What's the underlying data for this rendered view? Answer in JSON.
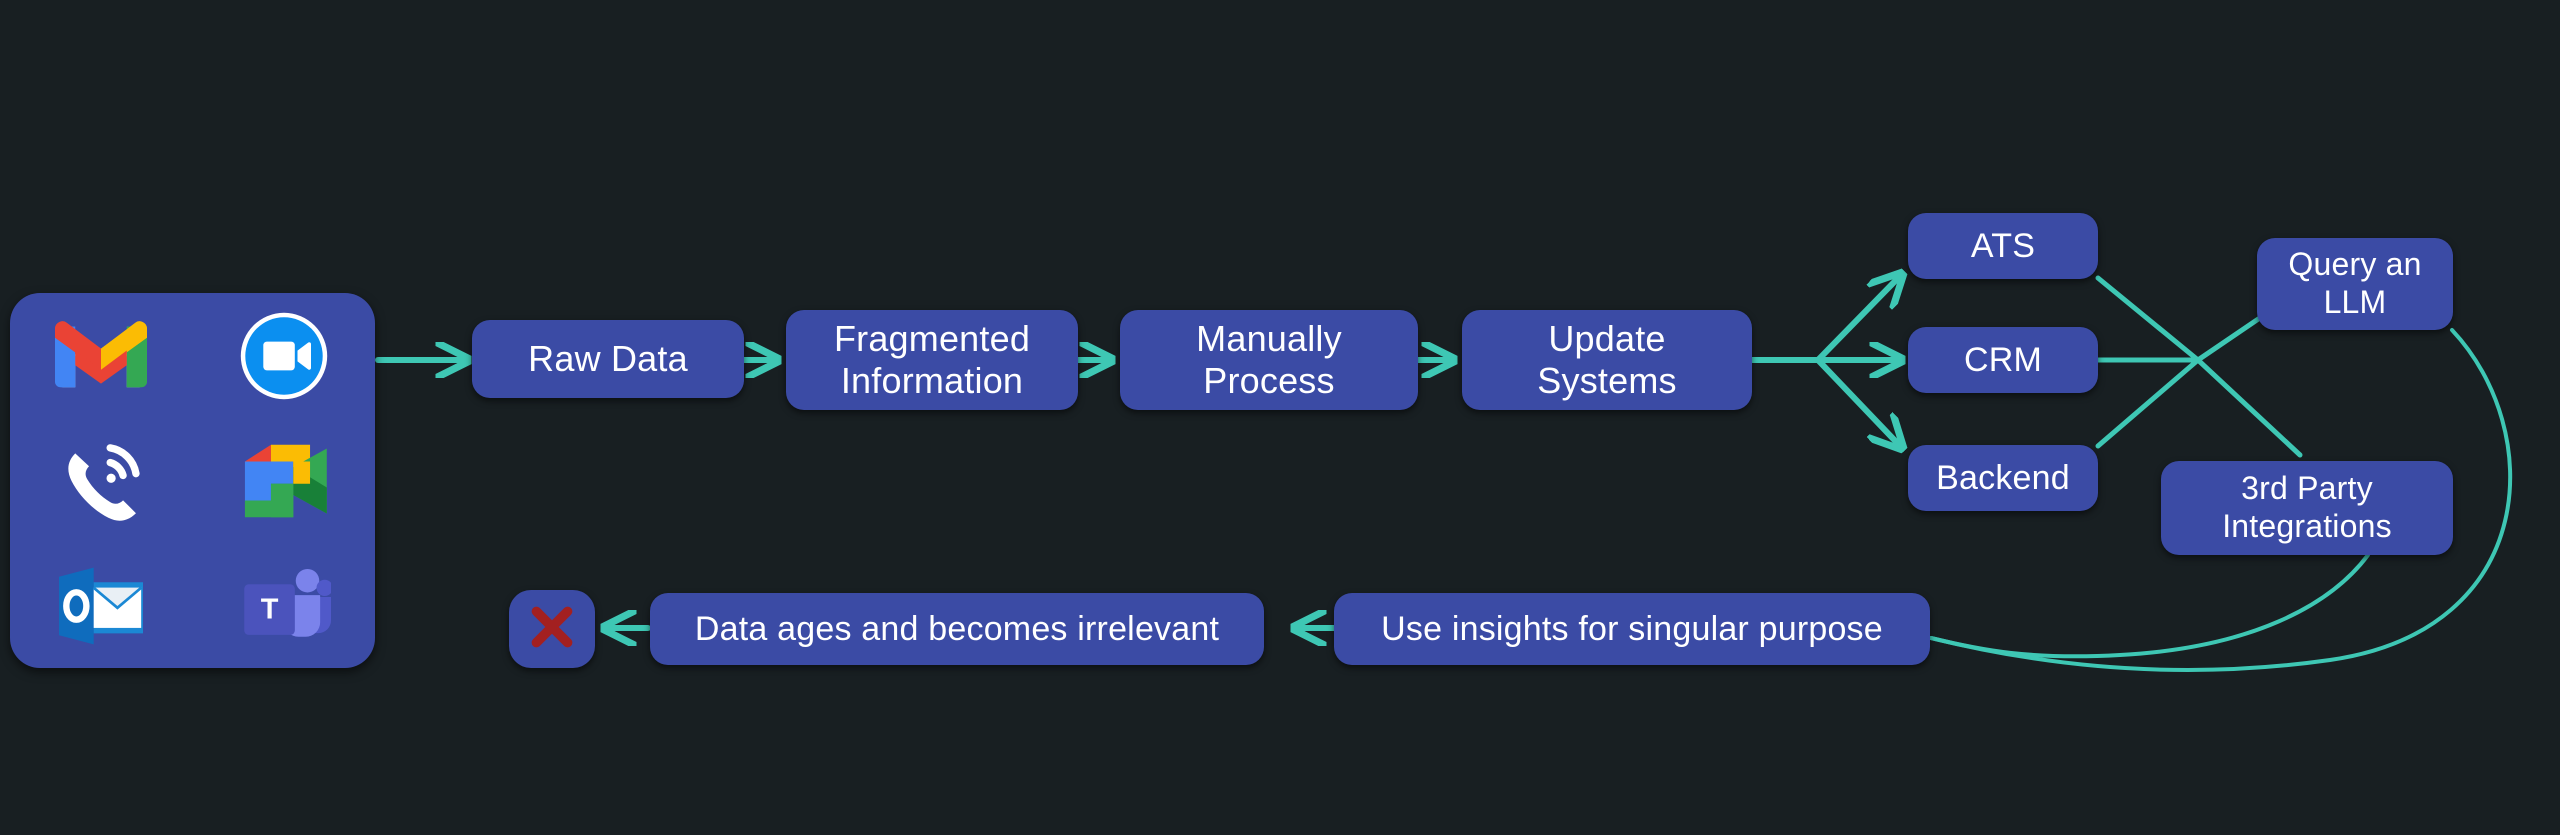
{
  "diagram": {
    "title": "Fragmented data workflow",
    "background_color": "#181f22",
    "node_color": "#3b4ba5",
    "edge_color": "#3ec7b4",
    "text_color": "#ffffff",
    "error_color": "#a32020"
  },
  "source_panel": {
    "name": "communication-apps",
    "apps": [
      {
        "id": "gmail",
        "label": "Gmail",
        "icon": "gmail-icon"
      },
      {
        "id": "zoom",
        "label": "Zoom",
        "icon": "zoom-icon"
      },
      {
        "id": "phone",
        "label": "Phone Call",
        "icon": "phone-icon"
      },
      {
        "id": "meet",
        "label": "Google Meet",
        "icon": "google-meet-icon"
      },
      {
        "id": "outlook",
        "label": "Outlook",
        "icon": "outlook-icon"
      },
      {
        "id": "teams",
        "label": "Microsoft Teams",
        "icon": "microsoft-teams-icon"
      }
    ]
  },
  "nodes": {
    "raw_data": {
      "label": "Raw Data"
    },
    "fragmented": {
      "label": "Fragmented\nInformation"
    },
    "manually": {
      "label": "Manually\nProcess"
    },
    "update_systems": {
      "label": "Update\nSystems"
    },
    "ats": {
      "label": "ATS"
    },
    "crm": {
      "label": "CRM"
    },
    "backend": {
      "label": "Backend"
    },
    "query_llm": {
      "label": "Query an\nLLM"
    },
    "third_party": {
      "label": "3rd Party\nIntegrations"
    },
    "use_insights": {
      "label": "Use insights for singular purpose"
    },
    "data_ages": {
      "label": "Data ages and becomes irrelevant"
    },
    "failure": {
      "label": "X",
      "icon": "x-mark-icon"
    }
  },
  "edges": [
    {
      "from": "communication-apps",
      "to": "raw_data",
      "arrow": true
    },
    {
      "from": "raw_data",
      "to": "fragmented",
      "arrow": true
    },
    {
      "from": "fragmented",
      "to": "manually",
      "arrow": true
    },
    {
      "from": "manually",
      "to": "update_systems",
      "arrow": true
    },
    {
      "from": "update_systems",
      "to": "ats",
      "arrow": true
    },
    {
      "from": "update_systems",
      "to": "crm",
      "arrow": true
    },
    {
      "from": "update_systems",
      "to": "backend",
      "arrow": true
    },
    {
      "from": "ats",
      "to": "third_party",
      "arrow": false
    },
    {
      "from": "crm",
      "to": "query_llm",
      "arrow": false
    },
    {
      "from": "crm",
      "to": "third_party",
      "arrow": false
    },
    {
      "from": "backend",
      "to": "query_llm",
      "arrow": false
    },
    {
      "from": "query_llm",
      "to": "use_insights",
      "arrow": false
    },
    {
      "from": "third_party",
      "to": "use_insights",
      "arrow": false
    },
    {
      "from": "use_insights",
      "to": "data_ages",
      "arrow": true
    },
    {
      "from": "data_ages",
      "to": "failure",
      "arrow": true
    }
  ]
}
